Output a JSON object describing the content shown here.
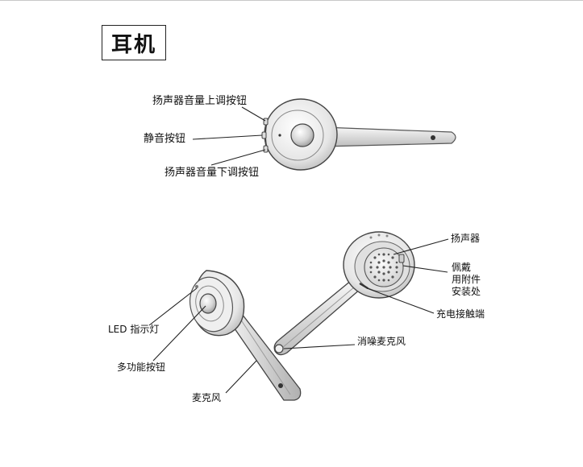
{
  "title": "耳机",
  "labels": {
    "vol_up": "扬声器音量上调按钮",
    "mute": "静音按钮",
    "vol_down": "扬声器音量下调按钮",
    "speaker": "扬声器",
    "wear_1": "佩戴",
    "wear_2": "用附件",
    "wear_3": "安装处",
    "charge": "充电接触端",
    "nc_mic": "消噪麦克风",
    "led": "LED 指示灯",
    "multi": "多功能按钮",
    "mic": "麦克风"
  }
}
